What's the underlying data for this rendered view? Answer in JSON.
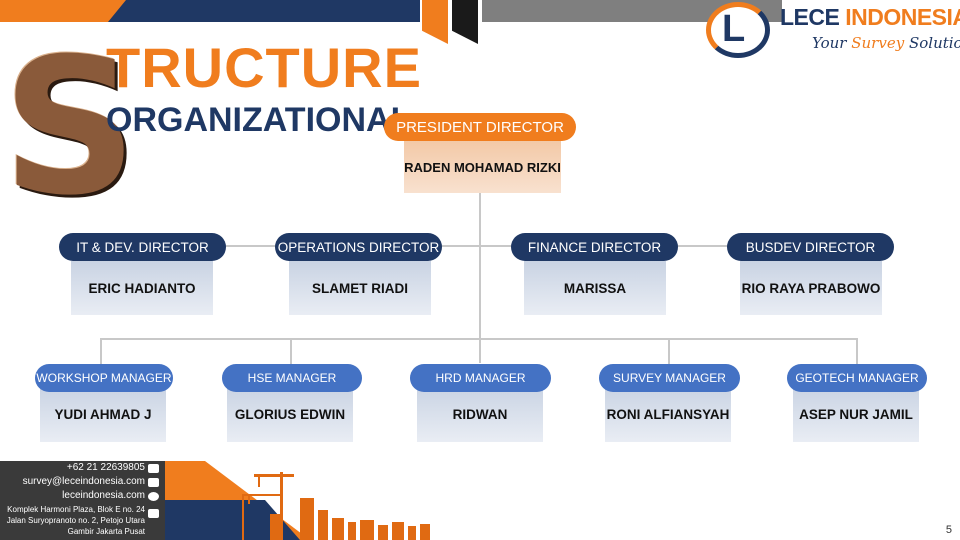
{
  "brand": {
    "name_part1": "LECE",
    "name_part2": "INDONESIA",
    "tagline_part1": "Your",
    "tagline_part2": "Survey",
    "tagline_part3": "Solution",
    "colors": {
      "navy": "#1f3864",
      "orange": "#f07d1e",
      "blue": "#4472c4"
    }
  },
  "title": {
    "letter": "S",
    "line1": "TRUCTURE",
    "line2": "ORGANIZATIONAL"
  },
  "president": {
    "role": "PRESIDENT DIRECTOR",
    "name": "RADEN MOHAMAD RIZKI"
  },
  "directors": [
    {
      "role": "IT & DEV. DIRECTOR",
      "name": "ERIC HADIANTO"
    },
    {
      "role": "OPERATIONS DIRECTOR",
      "name": "SLAMET RIADI"
    },
    {
      "role": "FINANCE DIRECTOR",
      "name": "MARISSA"
    },
    {
      "role": "BUSDEV DIRECTOR",
      "name": "RIO RAYA PRABOWO"
    }
  ],
  "managers": [
    {
      "role": "WORKSHOP MANAGER",
      "name": "YUDI AHMAD J"
    },
    {
      "role": "HSE MANAGER",
      "name": "GLORIUS EDWIN"
    },
    {
      "role": "HRD MANAGER",
      "name": "RIDWAN"
    },
    {
      "role": "SURVEY MANAGER",
      "name": "RONI ALFIANSYAH"
    },
    {
      "role": "GEOTECH MANAGER",
      "name": "ASEP NUR JAMIL"
    }
  ],
  "footer": {
    "phone": "+62 21 22639805",
    "email": "survey@leceindonesia.com",
    "website": "leceindonesia.com",
    "address_line1": "Komplek Harmoni Plaza, Blok E no. 24",
    "address_line2": "Jalan Suryopranoto no. 2, Petojo Utara",
    "address_line3": "Gambir Jakarta Pusat",
    "icons": [
      "phone-icon",
      "email-icon",
      "globe-icon",
      "building-icon"
    ]
  },
  "page_number": "5"
}
